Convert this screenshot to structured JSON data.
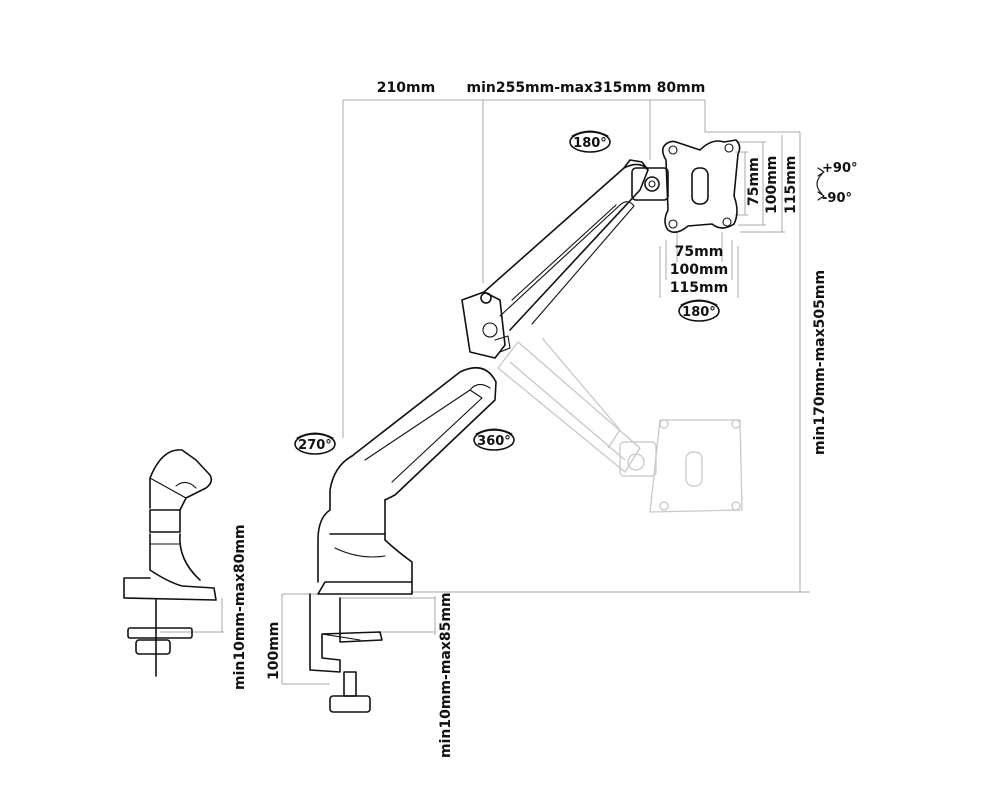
{
  "dimensions": {
    "arm_segment_1": "210mm",
    "arm_segment_2": "min255mm-max315mm",
    "head_offset": "80mm",
    "height_range": "min170mm-max505mm",
    "clamp_height": "100mm",
    "clamp_range": "min10mm-max85mm",
    "grommet_range": "min10mm-max80mm"
  },
  "vesa": {
    "v75": "75mm",
    "v100": "100mm",
    "v115": "115mm",
    "h75": "75mm",
    "h100": "100mm",
    "h115": "115mm"
  },
  "rotations": {
    "top_swivel": "180°",
    "head_swivel": "180°",
    "base_swivel": "270°",
    "elbow_swivel": "360°",
    "tilt_up": "+90°",
    "tilt_down": "-90°"
  }
}
